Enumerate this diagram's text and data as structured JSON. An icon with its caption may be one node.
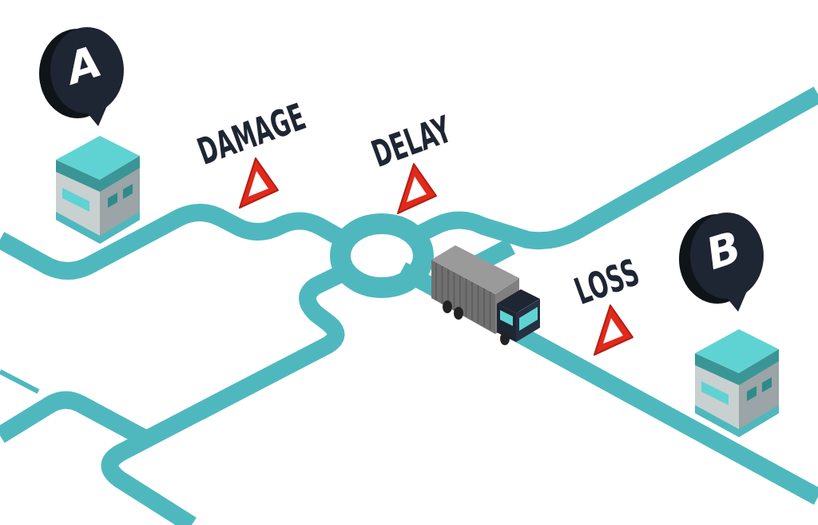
{
  "diagram": {
    "nodes": [
      {
        "text": [
          "A"
        ]
      },
      {
        "text": [
          "B"
        ]
      }
    ],
    "labels": [
      "DAMAGE",
      "DELAY",
      "LOSS"
    ]
  }
}
